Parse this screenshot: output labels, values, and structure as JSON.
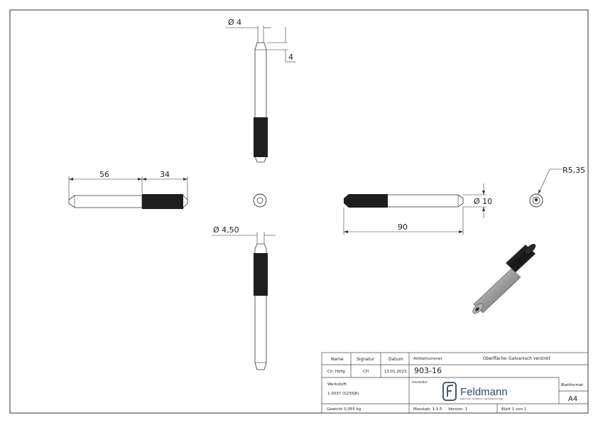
{
  "dimensions": {
    "top_diameter": "Ø 4",
    "top_chamfer": "4",
    "length_plain": "56",
    "length_knurl": "34",
    "bottom_diameter": "Ø 4,50",
    "outer_diameter": "Ø 10",
    "total_length": "90",
    "radius": "R5,35"
  },
  "title_block": {
    "name_label": "Name",
    "signature_label": "Signatur",
    "date_label": "Datum",
    "name_value": "Ch. Hölig",
    "signature_value": "CH",
    "date_value": "13.01.2023",
    "article_label": "Artikelnummer",
    "article_value": "903-16",
    "surface_label": "Oberfläche:",
    "surface_value": "Galvanisch verzinkt",
    "material_label": "Werkstoff:",
    "material_value": "1.0037 (S235JR)",
    "manufacturer_label": "Hersteller",
    "brand_name": "Feldmann",
    "brand_tagline": "EDELSTAHL / ALUMINIUM / GELÄNDERSYSTEME",
    "sheet_format_label": "Blattformat",
    "sheet_format_value": "A4",
    "weight_text": "Gewicht 0,055 kg",
    "scale_text": "Masstab: 1:1.5",
    "version_text": "Version: 1",
    "sheet_text": "Blatt 1 von 1"
  },
  "colors": {
    "line": "#333333",
    "knurl": "#1e1e1e",
    "brand": "#2f4a63"
  }
}
